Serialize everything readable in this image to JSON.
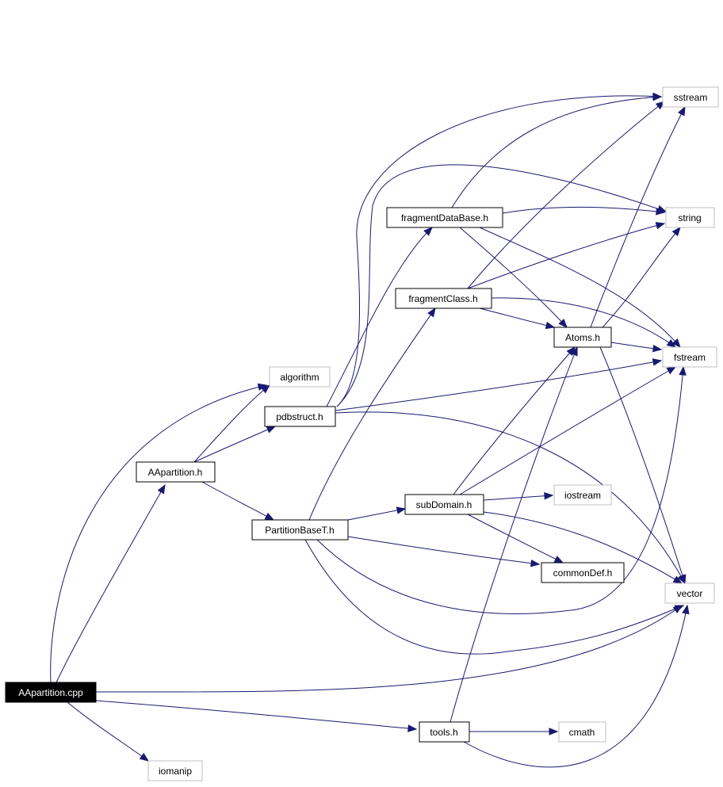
{
  "nodes": {
    "aapartition_cpp": {
      "label": "AApartition.cpp",
      "kind": "root"
    },
    "aapartition_h": {
      "label": "AApartition.h",
      "kind": "local"
    },
    "pdbstruct_h": {
      "label": "pdbstruct.h",
      "kind": "local"
    },
    "partitionbaset_h": {
      "label": "PartitionBaseT.h",
      "kind": "local"
    },
    "fragmentdatabase_h": {
      "label": "fragmentDataBase.h",
      "kind": "local"
    },
    "fragmentclass_h": {
      "label": "fragmentClass.h",
      "kind": "local"
    },
    "atoms_h": {
      "label": "Atoms.h",
      "kind": "local"
    },
    "subdomain_h": {
      "label": "subDomain.h",
      "kind": "local"
    },
    "commondef_h": {
      "label": "commonDef.h",
      "kind": "local"
    },
    "tools_h": {
      "label": "tools.h",
      "kind": "local"
    },
    "sstream": {
      "label": "sstream",
      "kind": "system"
    },
    "string": {
      "label": "string",
      "kind": "system"
    },
    "fstream": {
      "label": "fstream",
      "kind": "system"
    },
    "algorithm": {
      "label": "algorithm",
      "kind": "system"
    },
    "iostream": {
      "label": "iostream",
      "kind": "system"
    },
    "vector": {
      "label": "vector",
      "kind": "system"
    },
    "cmath": {
      "label": "cmath",
      "kind": "system"
    },
    "iomanip": {
      "label": "iomanip",
      "kind": "system"
    }
  },
  "edges": [
    {
      "from": "aapartition_cpp",
      "to": "aapartition_h"
    },
    {
      "from": "aapartition_cpp",
      "to": "algorithm"
    },
    {
      "from": "aapartition_cpp",
      "to": "vector"
    },
    {
      "from": "aapartition_cpp",
      "to": "tools_h"
    },
    {
      "from": "aapartition_cpp",
      "to": "iomanip"
    },
    {
      "from": "aapartition_h",
      "to": "algorithm"
    },
    {
      "from": "aapartition_h",
      "to": "pdbstruct_h"
    },
    {
      "from": "aapartition_h",
      "to": "partitionbaset_h"
    },
    {
      "from": "pdbstruct_h",
      "to": "sstream"
    },
    {
      "from": "pdbstruct_h",
      "to": "string"
    },
    {
      "from": "pdbstruct_h",
      "to": "fragmentdatabase_h"
    },
    {
      "from": "pdbstruct_h",
      "to": "fstream"
    },
    {
      "from": "pdbstruct_h",
      "to": "vector"
    },
    {
      "from": "partitionbaset_h",
      "to": "fragmentclass_h"
    },
    {
      "from": "partitionbaset_h",
      "to": "subdomain_h"
    },
    {
      "from": "partitionbaset_h",
      "to": "commondef_h"
    },
    {
      "from": "partitionbaset_h",
      "to": "fstream"
    },
    {
      "from": "partitionbaset_h",
      "to": "vector"
    },
    {
      "from": "fragmentdatabase_h",
      "to": "sstream"
    },
    {
      "from": "fragmentdatabase_h",
      "to": "string"
    },
    {
      "from": "fragmentdatabase_h",
      "to": "atoms_h"
    },
    {
      "from": "fragmentdatabase_h",
      "to": "fstream"
    },
    {
      "from": "fragmentclass_h",
      "to": "sstream"
    },
    {
      "from": "fragmentclass_h",
      "to": "string"
    },
    {
      "from": "fragmentclass_h",
      "to": "atoms_h"
    },
    {
      "from": "fragmentclass_h",
      "to": "fstream"
    },
    {
      "from": "atoms_h",
      "to": "sstream"
    },
    {
      "from": "atoms_h",
      "to": "string"
    },
    {
      "from": "atoms_h",
      "to": "fstream"
    },
    {
      "from": "atoms_h",
      "to": "vector"
    },
    {
      "from": "subdomain_h",
      "to": "atoms_h"
    },
    {
      "from": "subdomain_h",
      "to": "fstream"
    },
    {
      "from": "subdomain_h",
      "to": "iostream"
    },
    {
      "from": "subdomain_h",
      "to": "commondef_h"
    },
    {
      "from": "subdomain_h",
      "to": "vector"
    },
    {
      "from": "tools_h",
      "to": "atoms_h"
    },
    {
      "from": "tools_h",
      "to": "cmath"
    },
    {
      "from": "tools_h",
      "to": "vector"
    }
  ],
  "colors": {
    "edge": "#191970",
    "local_border": "#000000",
    "system_border": "#bfbfbf",
    "root_fill": "#000000",
    "root_text": "#ffffff"
  }
}
